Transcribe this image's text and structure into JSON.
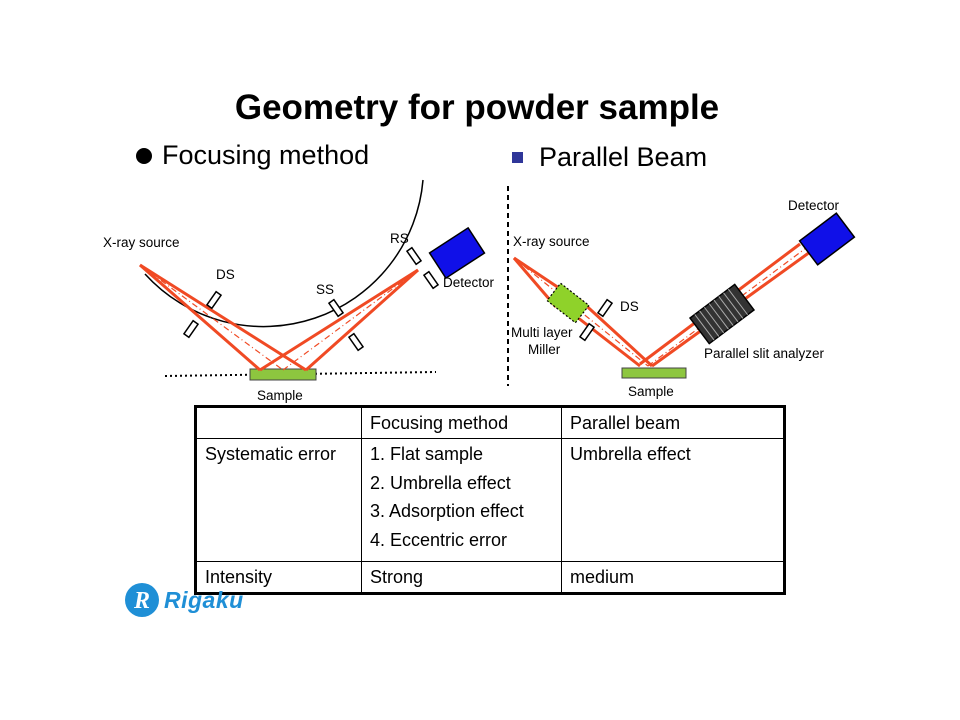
{
  "title": "Geometry for powder sample",
  "sections": {
    "left_heading": "Focusing method",
    "right_heading": "Parallel Beam"
  },
  "focusing_diagram": {
    "xray_source": "X-ray source",
    "ds": "DS",
    "ss": "SS",
    "rs": "RS",
    "detector": "Detector",
    "sample": "Sample"
  },
  "parallel_diagram": {
    "xray_source": "X-ray source",
    "ds": "DS",
    "mirror_line1": "Multi layer",
    "mirror_line2": "Miller",
    "detector": "Detector",
    "analyzer": "Parallel slit analyzer",
    "sample": "Sample"
  },
  "table": {
    "header": [
      "",
      "Focusing method",
      "Parallel beam"
    ],
    "systematic_error": {
      "label": "Systematic error",
      "focusing": [
        "1. Flat sample",
        "2. Umbrella effect",
        "3. Adsorption effect",
        "4. Eccentric error"
      ],
      "parallel": "Umbrella effect"
    },
    "intensity": {
      "label": "Intensity",
      "focusing": "Strong",
      "parallel": "medium"
    }
  },
  "logo": {
    "text": "Rigaku",
    "letter": "R"
  },
  "colors": {
    "beam": "#f04a24",
    "detector": "#1010e8",
    "sample": "#8dc63f",
    "mirror": "#8fd22a",
    "bullet_square": "#2f3699",
    "logo": "#1f8fd6"
  }
}
